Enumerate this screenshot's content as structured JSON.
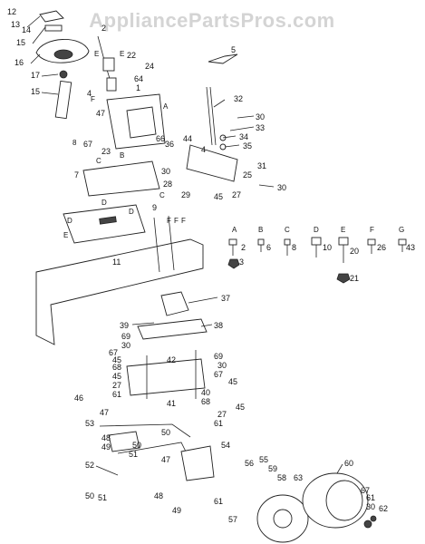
{
  "watermark": "AppliancePartsPros.com",
  "callouts": [
    "12",
    "13",
    "14",
    "15",
    "16",
    "17",
    "15",
    "2",
    "E",
    "E",
    "22",
    "24",
    "5",
    "64",
    "1",
    "A",
    "F",
    "47",
    "4",
    "32",
    "30",
    "33",
    "34",
    "35",
    "8",
    "67",
    "23",
    "66",
    "44",
    "4",
    "36",
    "31",
    "25",
    "30",
    "28",
    "29",
    "45",
    "27",
    "30",
    "7",
    "C",
    "B",
    "C",
    "D",
    "D",
    "D",
    "9",
    "E",
    "F",
    "F",
    "F",
    "11",
    "A",
    "2",
    "B",
    "6",
    "C",
    "8",
    "D",
    "10",
    "E",
    "20",
    "F",
    "26",
    "G",
    "43",
    "3",
    "21",
    "37",
    "39",
    "38",
    "69",
    "30",
    "67",
    "45",
    "68",
    "45",
    "27",
    "61",
    "42",
    "69",
    "30",
    "67",
    "45",
    "40",
    "68",
    "45",
    "27",
    "61",
    "41",
    "46",
    "47",
    "53",
    "48",
    "49",
    "50",
    "50",
    "51",
    "47",
    "54",
    "55",
    "56",
    "59",
    "58",
    "63",
    "60",
    "52",
    "50",
    "51",
    "48",
    "49",
    "61",
    "57",
    "67",
    "61",
    "30",
    "62"
  ],
  "fastener_letters": [
    "A",
    "B",
    "C",
    "D",
    "E",
    "F",
    "G"
  ]
}
